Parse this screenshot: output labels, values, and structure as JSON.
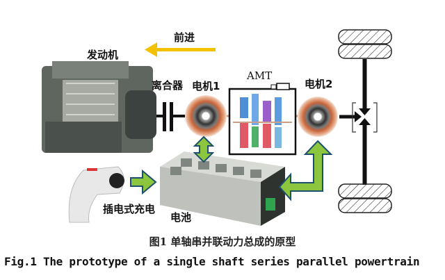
{
  "labels": {
    "forward": "前进",
    "engine": "发动机",
    "clutch": "离合器",
    "motor1": "电机1",
    "amt": "AMT",
    "motor2": "电机2",
    "plugin_charging": "插电式充电",
    "battery": "电池"
  },
  "caption": {
    "cn": "图1 单轴串并联动力总成的原型",
    "en": "Fig.1 The prototype of a single shaft series parallel powertrain"
  },
  "colors": {
    "forward_arrow": "#f2c200",
    "power_arrow_fill": "#8cc63f",
    "power_arrow_stroke": "#1d4f6e"
  }
}
